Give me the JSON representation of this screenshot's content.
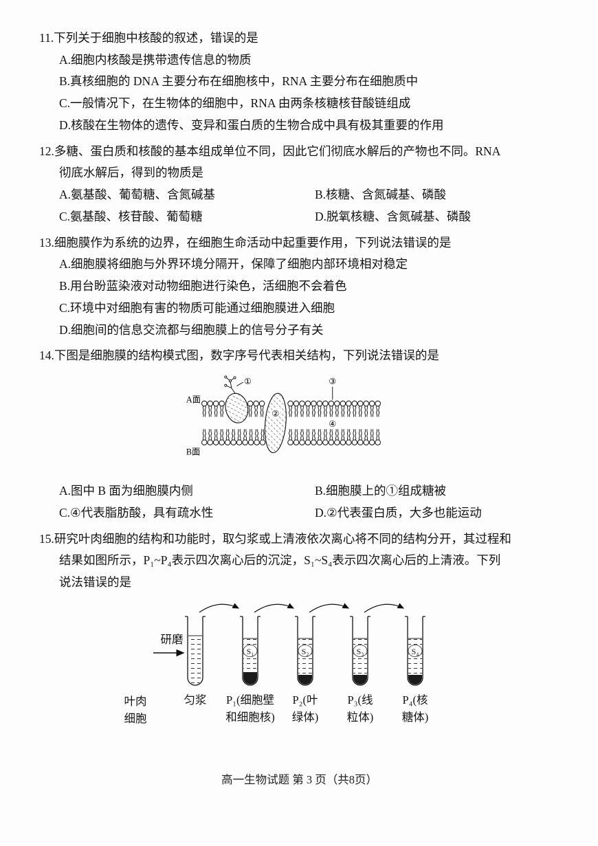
{
  "q11": {
    "stem": "11.下列关于细胞中核酸的叙述，错误的是",
    "options": [
      "A.细胞内核酸是携带遗传信息的物质",
      "B.真核细胞的 DNA 主要分布在细胞核中，RNA 主要分布在细胞质中",
      "C.一般情况下，在生物体的细胞中，RNA 由两条核糖核苷酸链组成",
      "D.核酸在生物体的遗传、变异和蛋白质的生物合成中具有极其重要的作用"
    ]
  },
  "q12": {
    "stem_lines": [
      "12.多糖、蛋白质和核酸的基本组成单位不同，因此它们彻底水解后的产物也不同。RNA",
      "彻底水解后，得到的物质是"
    ],
    "options": [
      "A.氨基酸、葡萄糖、含氮碱基",
      "B.核糖、含氮碱基、磷酸",
      "C.氨基酸、核苷酸、葡萄糖",
      "D.脱氧核糖、含氮碱基、磷酸"
    ]
  },
  "q13": {
    "stem": "13.细胞膜作为系统的边界，在细胞生命活动中起重要作用，下列说法错误的是",
    "options": [
      "A.细胞膜将细胞与外界环境分隔开，保障了细胞内部环境相对稳定",
      "B.用台盼蓝染液对动物细胞进行染色，活细胞不会着色",
      "C.环境中对细胞有害的物质可能通过细胞膜进入细胞",
      "D.细胞间的信息交流都与细胞膜上的信号分子有关"
    ]
  },
  "q14": {
    "stem": "14.下图是细胞膜的结构模式图，数字序号代表相关结构，下列说法错误的是",
    "membrane": {
      "side_a": "A面",
      "side_b": "B面",
      "m1": "①",
      "m2": "②",
      "m3": "③",
      "m4": "④"
    },
    "options": [
      "A.图中 B 面为细胞膜内侧",
      "B.细胞膜上的①组成糖被",
      "C.④代表脂肪酸，具有疏水性",
      "D.②代表蛋白质，大多也能运动"
    ]
  },
  "q15": {
    "stem_lines": [
      "15.研究叶肉细胞的结构和功能时，取匀浆或上清液依次离心将不同的结构分开，其过程和",
      "结果如图所示，P₁~P₄表示四次离心后的沉淀，S₁~S₄表示四次离心后的上清液。下列",
      "说法错误的是"
    ],
    "centrifuge": {
      "grind_label": "研磨",
      "source_label": "叶肉细胞",
      "homogenate_label": "匀浆",
      "supernatants": [
        "S₁",
        "S₂",
        "S₃",
        "S₄"
      ],
      "pellet_labels": [
        "P₁(细胞壁和细胞核)",
        "P₂(叶绿体)",
        "P₃(线粒体)",
        "P₄(核糖体)"
      ]
    }
  },
  "footer": "高一生物试题 第 3 页（共8页）"
}
